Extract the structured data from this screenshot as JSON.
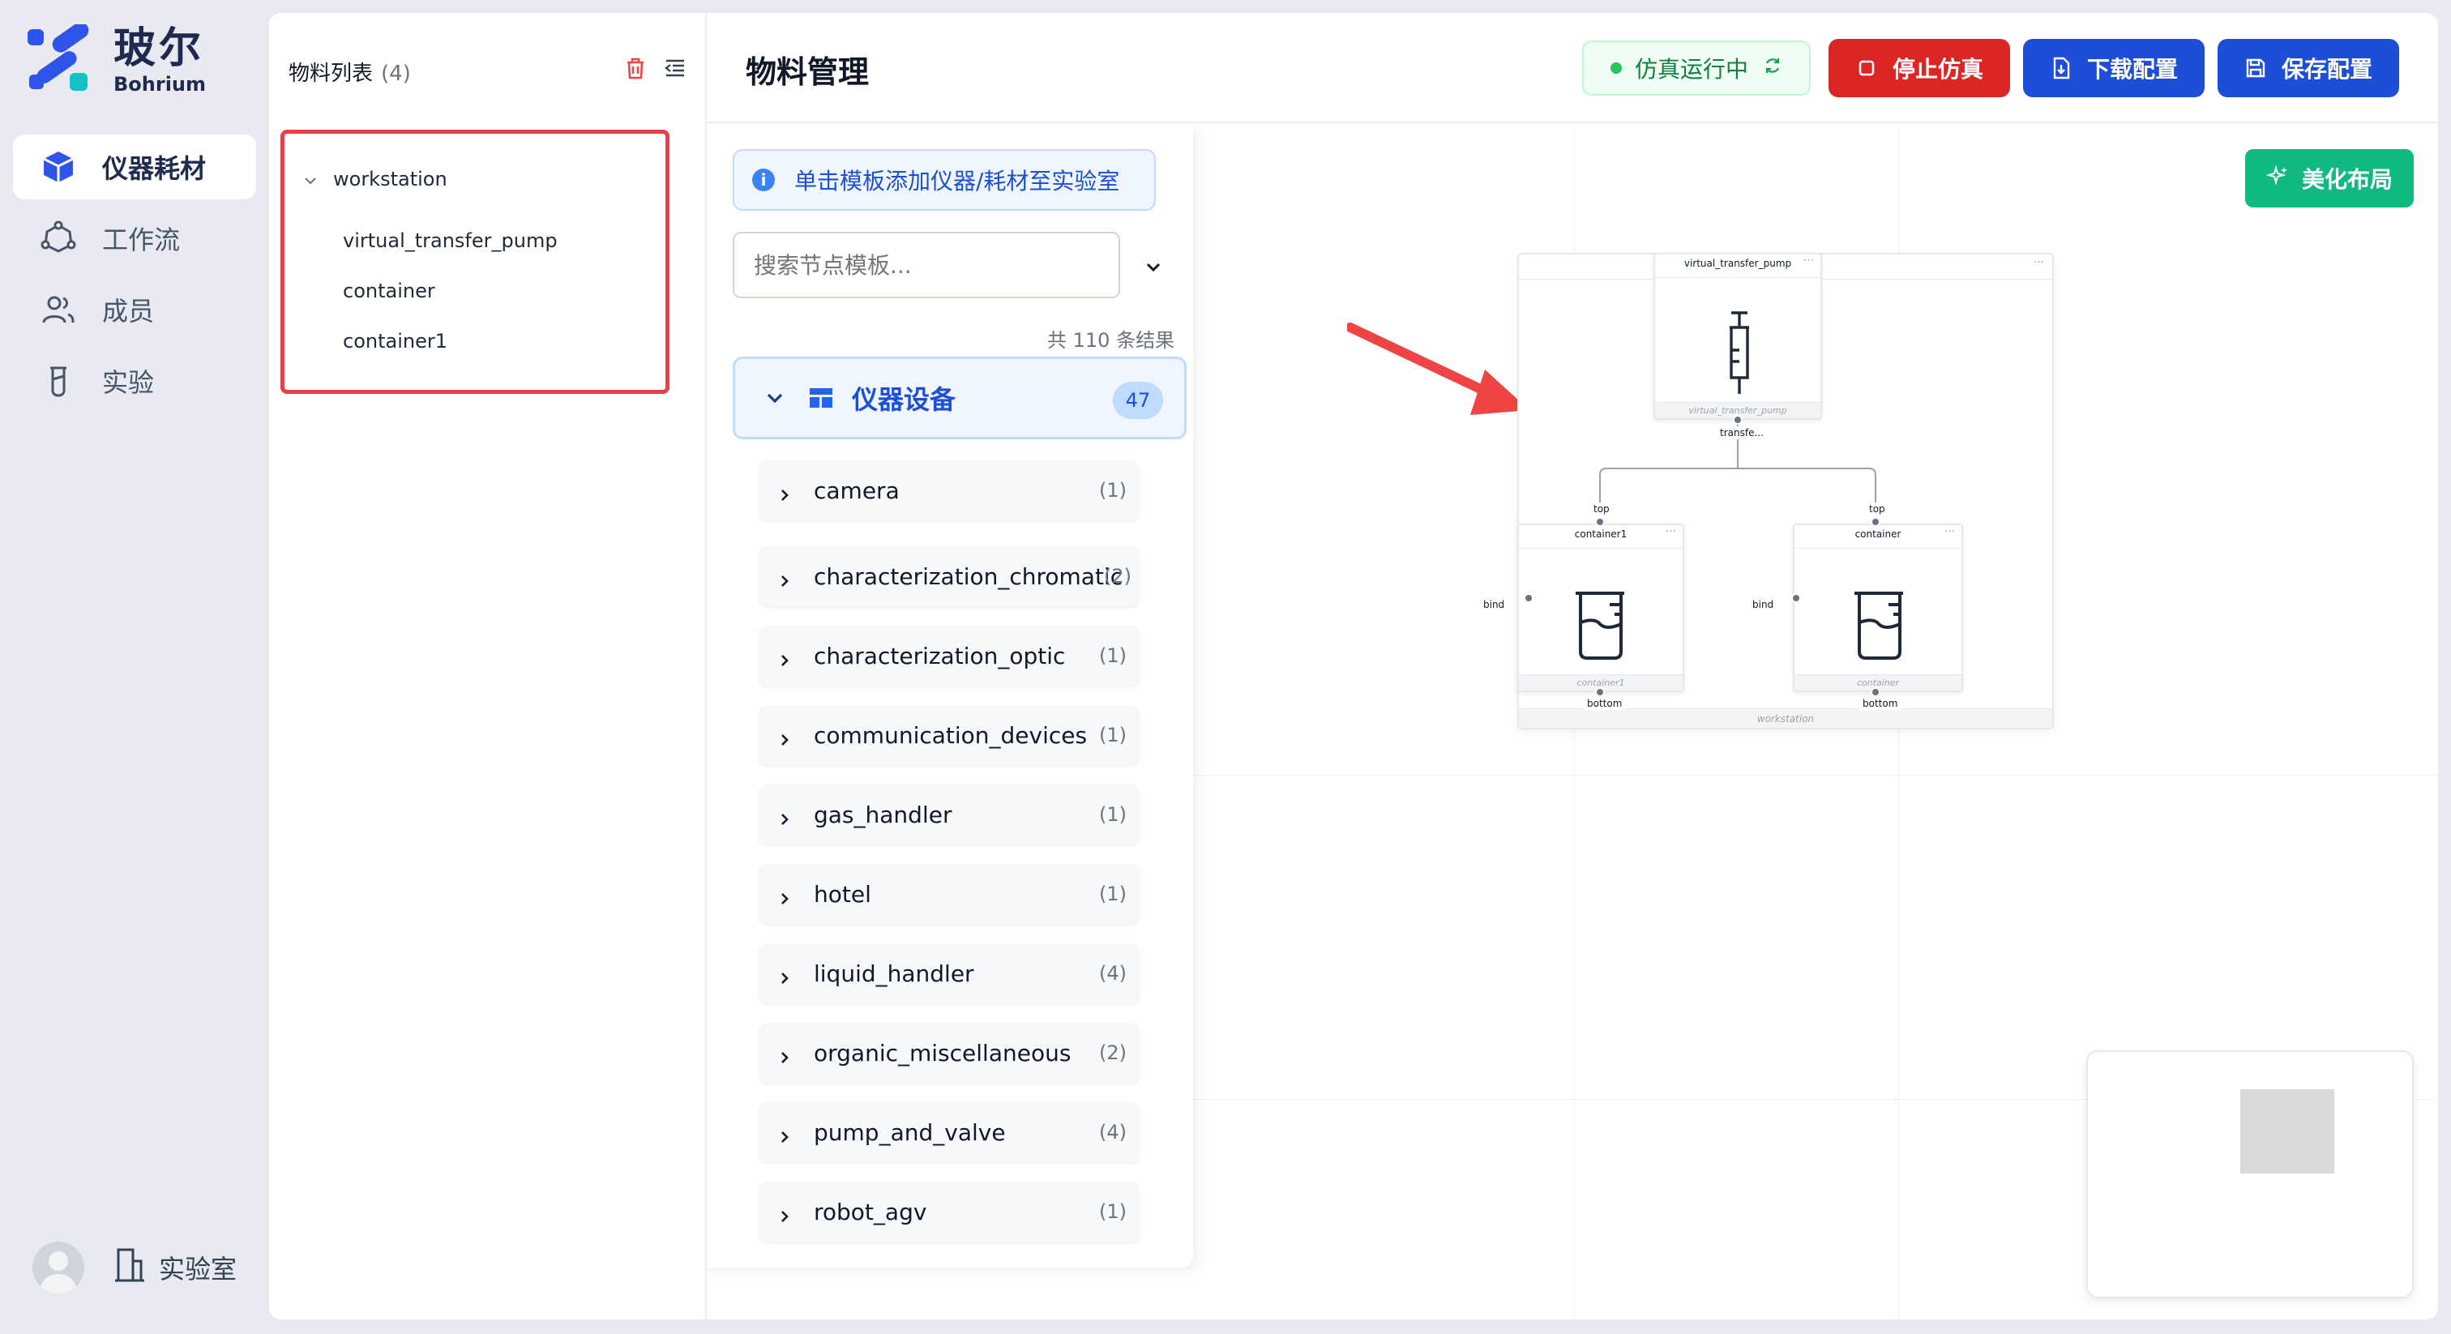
{
  "brand": {
    "cn": "玻尔",
    "en": "Bohrium",
    "colors": {
      "blue": "#2f54eb",
      "cyan": "#13c2c2"
    }
  },
  "nav": {
    "items": [
      {
        "label": "仪器耗材",
        "icon": "cube-icon",
        "active": true
      },
      {
        "label": "工作流",
        "icon": "workflow-icon",
        "active": false
      },
      {
        "label": "成员",
        "icon": "users-icon",
        "active": false
      },
      {
        "label": "实验",
        "icon": "flask-icon",
        "active": false
      }
    ],
    "lab_label": "实验室"
  },
  "material_list": {
    "title": "物料列表",
    "count": "(4)",
    "tree": {
      "root": "workstation",
      "children": [
        "virtual_transfer_pump",
        "container",
        "container1"
      ]
    }
  },
  "header": {
    "title": "物料管理",
    "status": "仿真运行中",
    "stop_label": "停止仿真",
    "download_label": "下载配置",
    "save_label": "保存配置"
  },
  "templates": {
    "tip": "单击模板添加仪器/耗材至实验室",
    "search_placeholder": "搜索节点模板...",
    "result_count": "共 110 条结果",
    "category": {
      "label": "仪器设备",
      "count": "47"
    },
    "items": [
      {
        "name": "camera",
        "count": "(1)"
      },
      {
        "name": "characterization_chromatic",
        "count": "(2)"
      },
      {
        "name": "characterization_optic",
        "count": "(1)"
      },
      {
        "name": "communication_devices",
        "count": "(1)"
      },
      {
        "name": "gas_handler",
        "count": "(1)"
      },
      {
        "name": "hotel",
        "count": "(1)"
      },
      {
        "name": "liquid_handler",
        "count": "(4)"
      },
      {
        "name": "organic_miscellaneous",
        "count": "(2)"
      },
      {
        "name": "pump_and_valve",
        "count": "(4)"
      },
      {
        "name": "robot_agv",
        "count": "(1)"
      }
    ]
  },
  "canvas": {
    "beautify_label": "美化布局",
    "frame_label": "workstation",
    "pump": {
      "title": "virtual_transfer_pump",
      "footer": "virtual_transfer_pump",
      "port": "transfe..."
    },
    "container1": {
      "title": "container1",
      "footer": "container1",
      "top": "top",
      "bottom": "bottom",
      "bind": "bind"
    },
    "container": {
      "title": "container",
      "footer": "container",
      "top": "top",
      "bottom": "bottom",
      "bind": "bind"
    },
    "dots": "···"
  }
}
